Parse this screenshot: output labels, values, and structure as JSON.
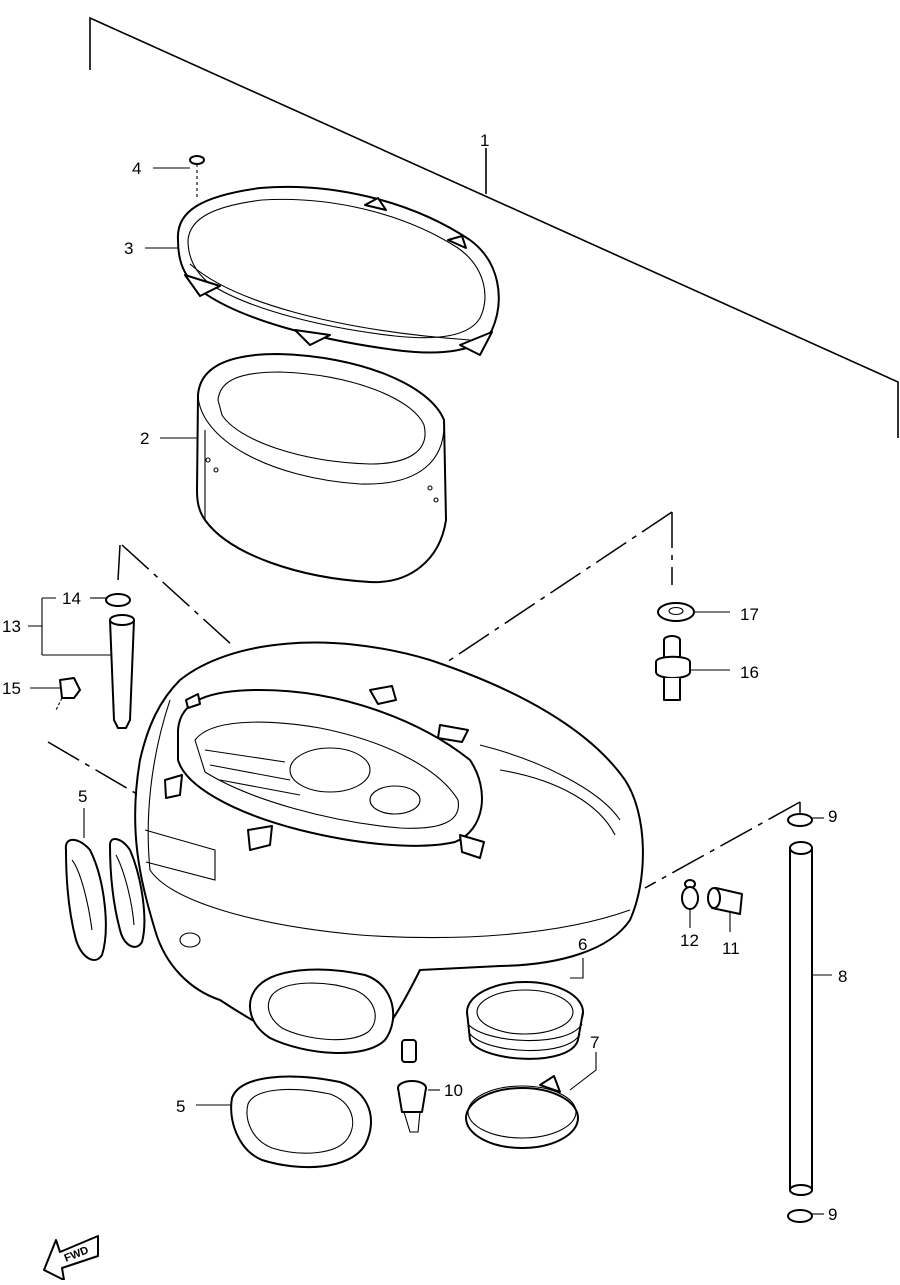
{
  "callouts": {
    "c1": "1",
    "c2": "2",
    "c3": "3",
    "c4": "4",
    "c5a": "5",
    "c5b": "5",
    "c6": "6",
    "c7": "7",
    "c8": "8",
    "c9a": "9",
    "c9b": "9",
    "c10": "10",
    "c11": "11",
    "c12": "12",
    "c13": "13",
    "c14": "14",
    "c15": "15",
    "c16": "16",
    "c17": "17"
  },
  "fwd_label": "FWD"
}
